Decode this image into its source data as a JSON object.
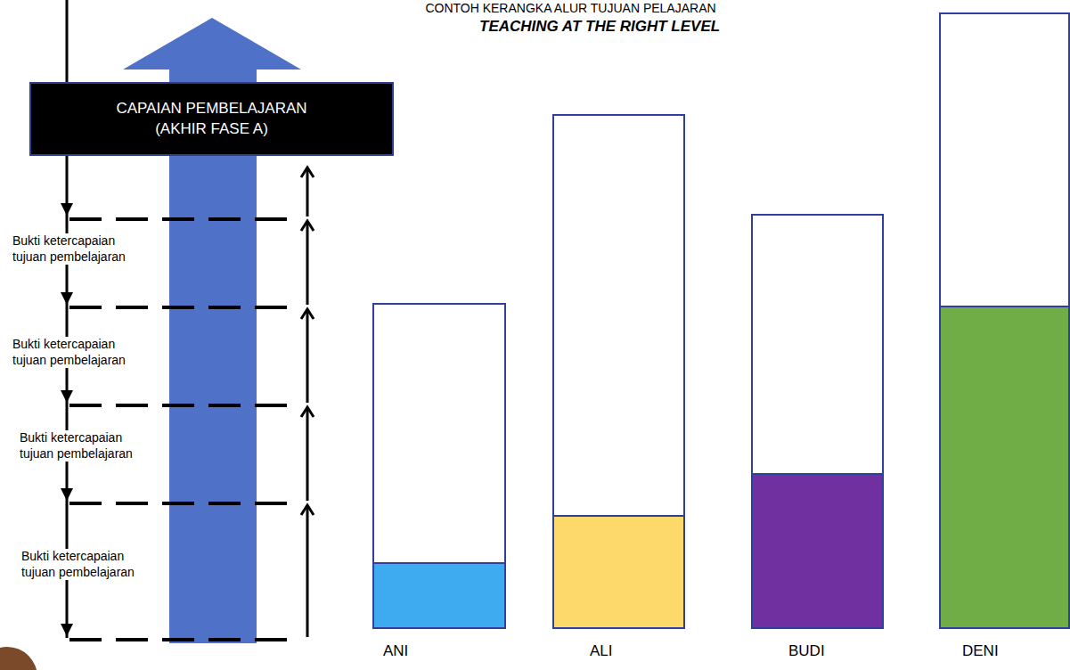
{
  "diagram": {
    "title": "CONTOH KERANGKA ALUR TUJUAN PELAJARAN",
    "nodes": [
      {
        "text": [
          "CAPAIAN PEMBELAJARAN (AKHIR FASE A)"
        ]
      },
      {
        "text": [
          "ANI"
        ]
      },
      {
        "text": [
          "ALI"
        ]
      },
      {
        "text": [
          "BUDI"
        ]
      },
      {
        "text": [
          "DENI"
        ]
      }
    ],
    "labels": [
      "TEACHING AT THE RIGHT LEVEL",
      "Bukti ketercapaian tujuan pembelajaran",
      "Bukti ketercapaian tujuan pembelajaran",
      "Bukti ketercapaian tujuan pembelajaran",
      "Bukti ketercapaian tujuan pembelajaran"
    ]
  }
}
